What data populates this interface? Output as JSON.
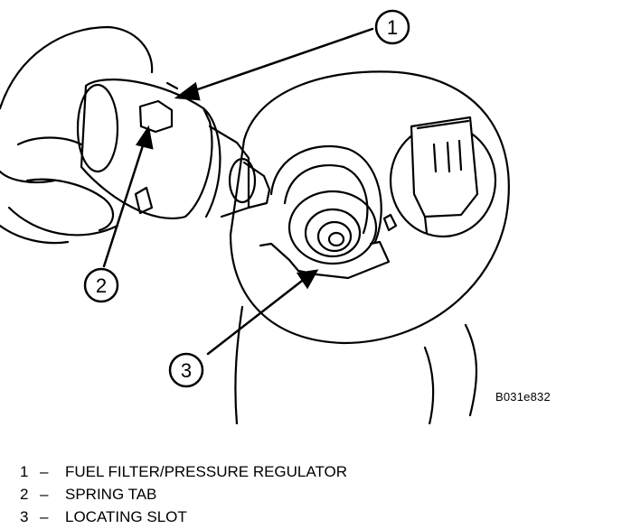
{
  "figure": {
    "code": "B031e832",
    "callouts": [
      {
        "number": "1"
      },
      {
        "number": "2"
      },
      {
        "number": "3"
      }
    ]
  },
  "legend": [
    {
      "number": "1",
      "separator": "–",
      "label": "FUEL FILTER/PRESSURE REGULATOR"
    },
    {
      "number": "2",
      "separator": "–",
      "label": "SPRING TAB"
    },
    {
      "number": "3",
      "separator": "–",
      "label": "LOCATING SLOT"
    }
  ]
}
